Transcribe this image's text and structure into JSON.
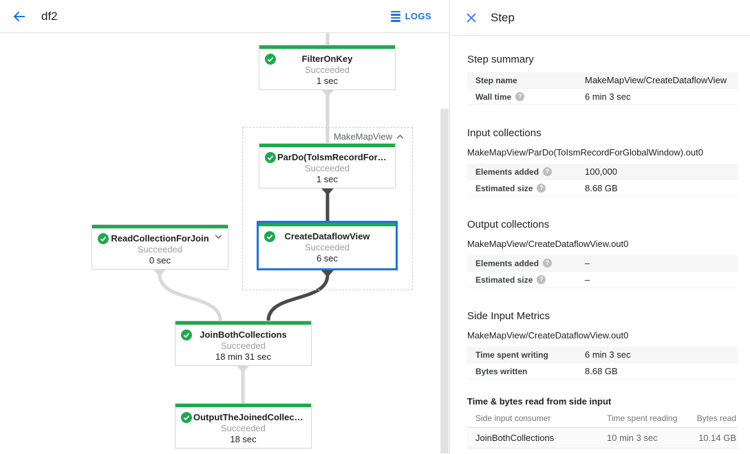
{
  "colors": {
    "accent_blue": "#1a73e8",
    "success_green": "#1caa4b",
    "edge_light": "#d9d9d9",
    "edge_dark": "#4a4a4a"
  },
  "topbar": {
    "title": "df2",
    "logs_label": "LOGS"
  },
  "graph": {
    "group_label": "MakeMapView",
    "nodes": [
      {
        "name": "FilterOnKey",
        "status": "Succeeded",
        "time": "1 sec"
      },
      {
        "name": "ParDo(ToIsmRecordFor…",
        "status": "Succeeded",
        "time": "1 sec"
      },
      {
        "name": "CreateDataflowView",
        "status": "Succeeded",
        "time": "6 sec",
        "selected": true
      },
      {
        "name": "ReadCollectionForJoin",
        "status": "Succeeded",
        "time": "0 sec"
      },
      {
        "name": "JoinBothCollections",
        "status": "Succeeded",
        "time": "18 min 31 sec"
      },
      {
        "name": "OutputTheJoinedCollec…",
        "status": "Succeeded",
        "time": "18 sec"
      }
    ]
  },
  "panel": {
    "title": "Step",
    "sections": [
      {
        "heading": "Step summary",
        "rows": [
          {
            "label": "Step name",
            "value": "MakeMapView/CreateDataflowView"
          },
          {
            "label": "Wall time",
            "value": "6 min 3 sec",
            "help": true
          }
        ]
      },
      {
        "heading": "Input collections",
        "subtitle": "MakeMapView/ParDo(ToIsmRecordForGlobalWindow).out0",
        "rows": [
          {
            "label": "Elements added",
            "value": "100,000",
            "help": true
          },
          {
            "label": "Estimated size",
            "value": "8.68 GB",
            "help": true
          }
        ]
      },
      {
        "heading": "Output collections",
        "subtitle": "MakeMapView/CreateDataflowView.out0",
        "rows": [
          {
            "label": "Elements added",
            "value": "–",
            "help": true
          },
          {
            "label": "Estimated size",
            "value": "–",
            "help": true
          }
        ]
      },
      {
        "heading": "Side Input Metrics",
        "subtitle": "MakeMapView/CreateDataflowView.out0",
        "rows": [
          {
            "label": "Time spent writing",
            "value": "6 min 3 sec"
          },
          {
            "label": "Bytes written",
            "value": "8.68 GB"
          }
        ]
      }
    ],
    "table": {
      "heading": "Time & bytes read from side input",
      "columns": [
        "Side input consumer",
        "Time spent reading",
        "Bytes read"
      ],
      "rows": [
        [
          "JoinBothCollections",
          "10 min 3 sec",
          "10.14 GB"
        ]
      ]
    }
  }
}
